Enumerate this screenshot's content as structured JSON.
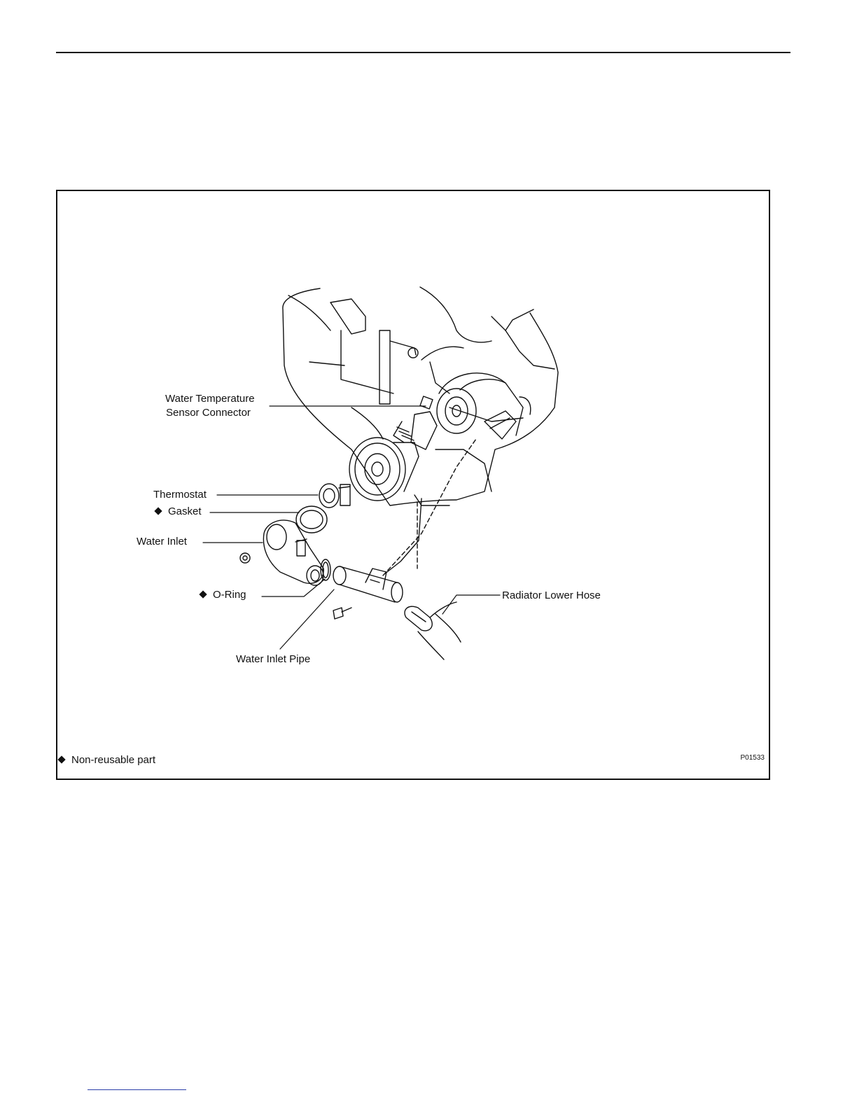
{
  "labels": {
    "water_temp_sensor_line1": "Water Temperature",
    "water_temp_sensor_line2": "Sensor Connector",
    "thermostat": "Thermostat",
    "gasket": "Gasket",
    "water_inlet": "Water Inlet",
    "o_ring": "O-Ring",
    "water_inlet_pipe": "Water Inlet Pipe",
    "radiator_lower_hose": "Radiator Lower Hose"
  },
  "legend": {
    "non_reusable": "Non-reusable part"
  },
  "figure_code": "P01533",
  "icons": [
    "diamond-icon"
  ],
  "colors": {
    "ink": "#111111",
    "link": "#2a3ea8"
  }
}
